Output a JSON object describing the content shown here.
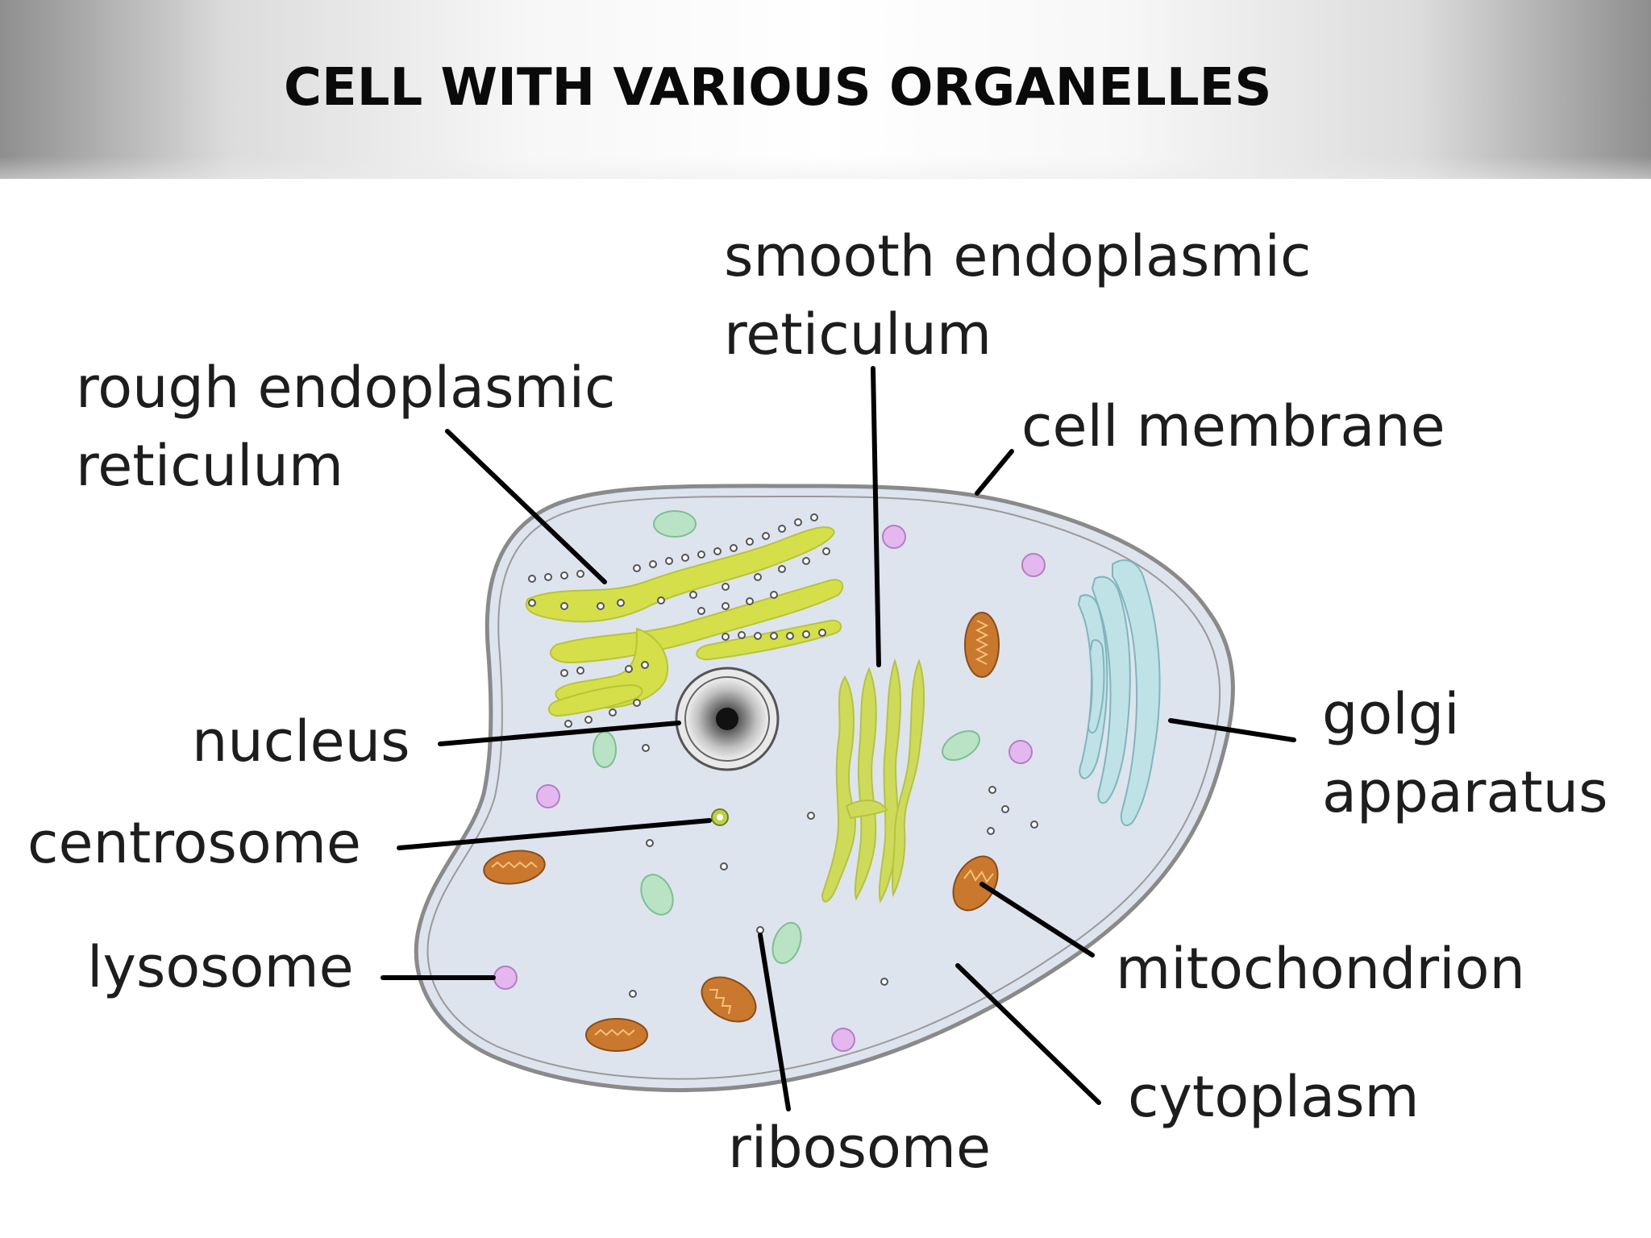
{
  "title": "CELL WITH VARIOUS ORGANELLES",
  "labels": {
    "rough_er_line1": "rough endoplasmic",
    "rough_er_line2": "reticulum",
    "smooth_er_line1": "smooth endoplasmic",
    "smooth_er_line2": "reticulum",
    "cell_membrane": "cell membrane",
    "nucleus": "nucleus",
    "centrosome": "centrosome",
    "lysosome": "lysosome",
    "golgi_line1": "golgi",
    "golgi_line2": "apparatus",
    "mitochondrion": "mitochondrion",
    "cytoplasm": "cytoplasm",
    "ribosome": "ribosome"
  },
  "colors": {
    "cytoplasm": "#dde4ee",
    "membrane": "#8a8a8a",
    "rough_er": "#d4df4a",
    "smooth_er": "#cedb5a",
    "golgi": "#bfe2e6",
    "mitochondrion": "#c9782e",
    "lysosome": "#e4b8ee",
    "vesicle": "#b9e3c4",
    "nucleus": "#555555",
    "leader_line": "#000000"
  }
}
